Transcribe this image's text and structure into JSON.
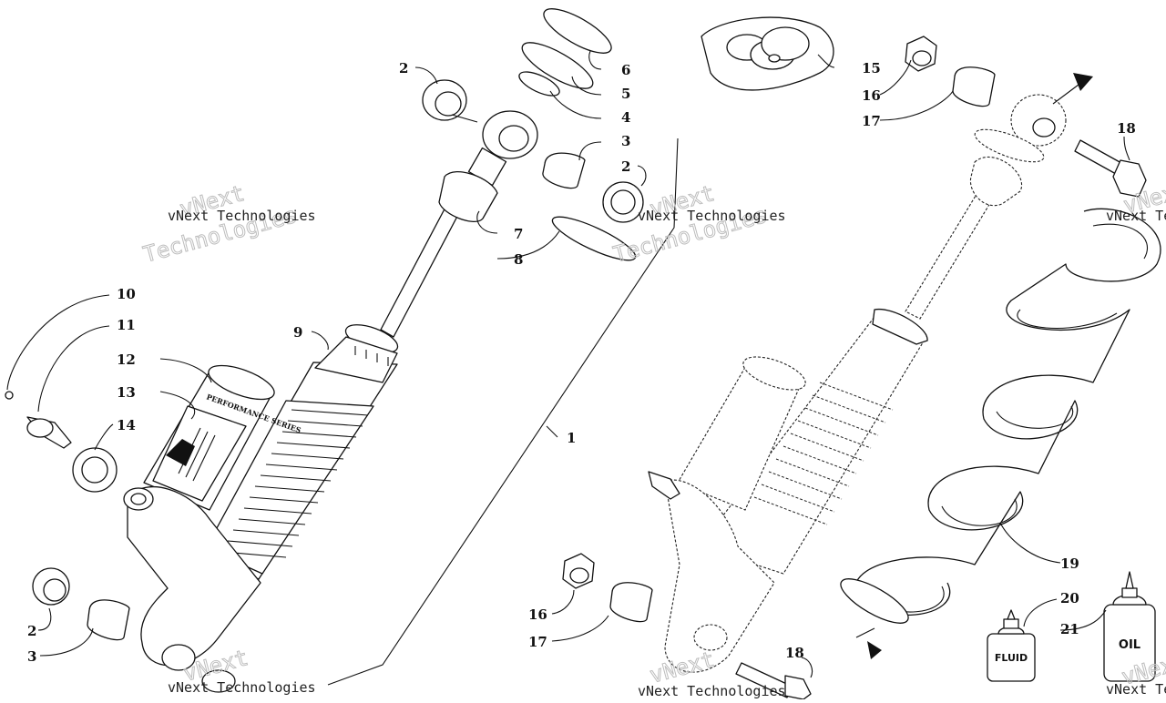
{
  "callouts": {
    "c1": "1",
    "c2a": "2",
    "c2b": "2",
    "c2c": "2",
    "c3a": "3",
    "c3b": "3",
    "c4": "4",
    "c5": "5",
    "c6": "6",
    "c7": "7",
    "c8": "8",
    "c9": "9",
    "c10": "10",
    "c11": "11",
    "c12": "12",
    "c13": "13",
    "c14": "14",
    "c15": "15",
    "c16a": "16",
    "c16b": "16",
    "c17a": "17",
    "c17b": "17",
    "c18a": "18",
    "c18b": "18",
    "c19": "19",
    "c20": "20",
    "c21": "21"
  },
  "labels": {
    "shock_brand": "PERFORMANCE SERIES",
    "fluid_bottle": "FLUID",
    "oil_bottle": "OIL"
  },
  "watermark": {
    "brand": "vNext",
    "technologies": "Technologies",
    "full": "vNext Technologies"
  }
}
